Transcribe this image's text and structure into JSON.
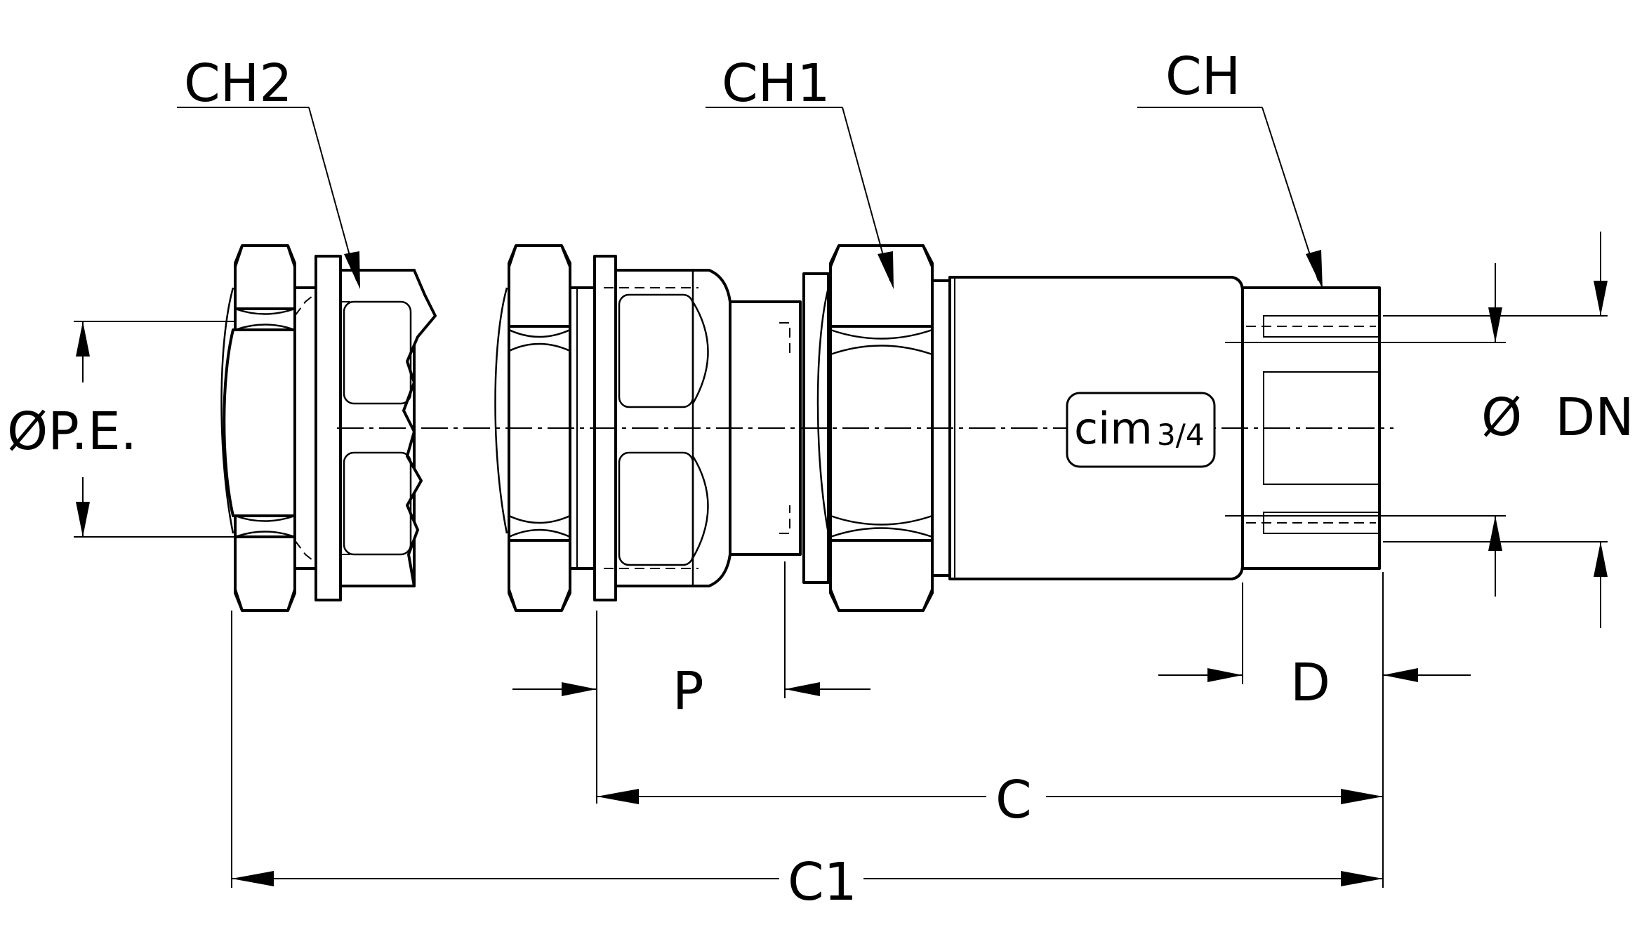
{
  "labels": {
    "ch2": "CH2",
    "ch1": "CH1",
    "ch": "CH",
    "ope": "ØP.E.",
    "dn": "Ø  DN",
    "p": "P",
    "d": "D",
    "c": "C",
    "c1": "C1"
  },
  "logo": {
    "brand": "cim",
    "size": "3/4"
  }
}
